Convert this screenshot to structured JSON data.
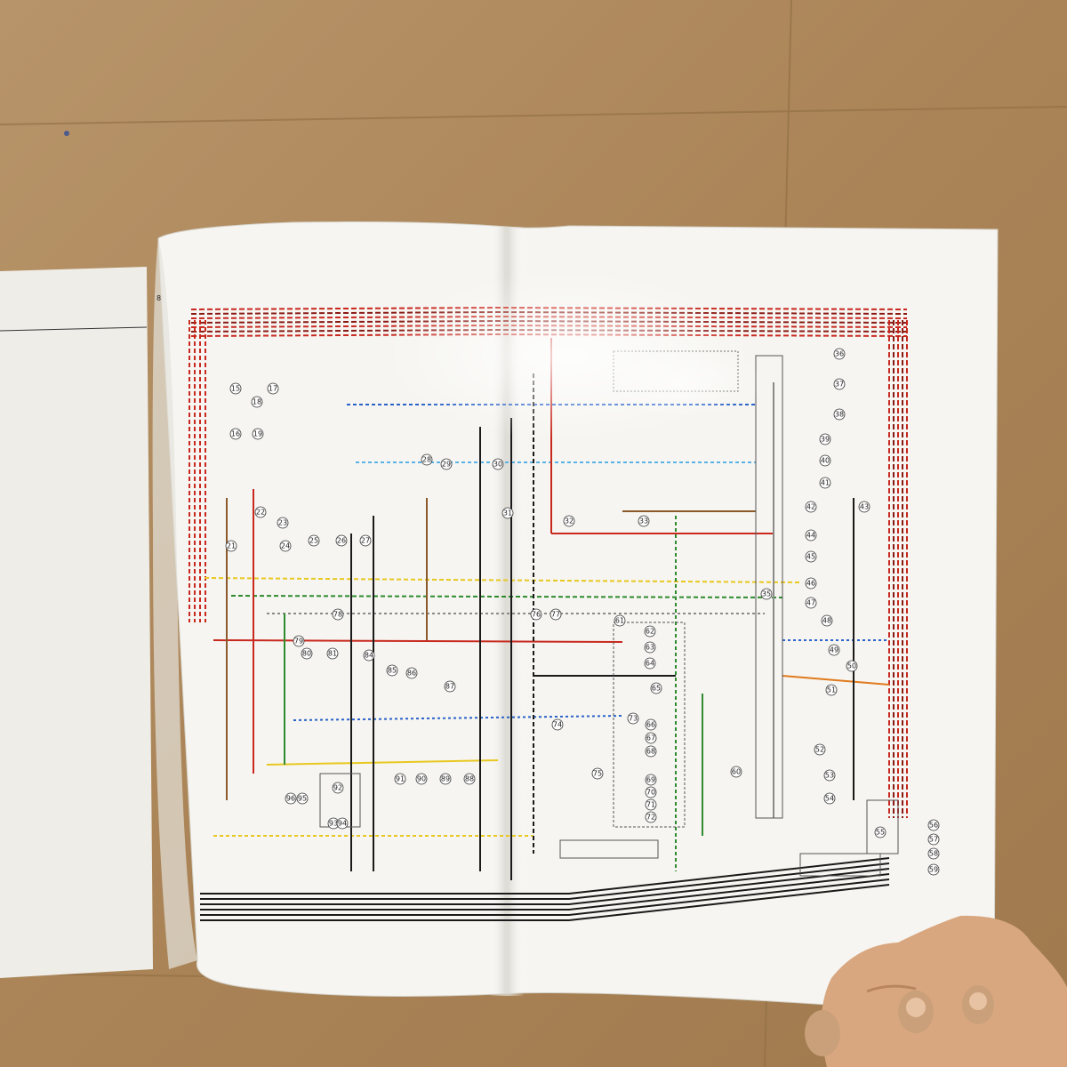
{
  "scene": {
    "type": "photo",
    "subject": "open service manual showing a color wiring diagram, placed on cardboard",
    "visible_text": {
      "corner_mark": "8"
    },
    "component_numbers": [
      "15",
      "16",
      "17",
      "18",
      "19",
      "21",
      "22",
      "23",
      "24",
      "25",
      "26",
      "27",
      "28",
      "29",
      "30",
      "31",
      "32",
      "33",
      "35",
      "36",
      "37",
      "38",
      "39",
      "40",
      "41",
      "42",
      "43",
      "44",
      "45",
      "46",
      "47",
      "48",
      "49",
      "50",
      "51",
      "52",
      "53",
      "54",
      "55",
      "56",
      "57",
      "58",
      "59",
      "60",
      "61",
      "62",
      "63",
      "64",
      "65",
      "66",
      "67",
      "68",
      "69",
      "70",
      "71",
      "72",
      "73",
      "74",
      "75",
      "76",
      "77",
      "78",
      "79",
      "80",
      "81",
      "84",
      "85",
      "86",
      "87",
      "88",
      "89",
      "90",
      "91",
      "92",
      "93",
      "94",
      "95",
      "96"
    ],
    "wire_colors": {
      "red": "#c8281e",
      "dark_red": "#8a1a14",
      "black": "#1a1a1a",
      "blue": "#2a63c8",
      "light_blue": "#59b3e6",
      "green": "#2e8b2e",
      "yellow": "#e8c820",
      "brown": "#8b5a2b",
      "orange": "#e07a1e",
      "gray": "#8a8a8a"
    },
    "background_colors": {
      "cardboard": "#b08a5c",
      "paper": "#f6f5f1",
      "hand": "#d9a77f"
    }
  }
}
